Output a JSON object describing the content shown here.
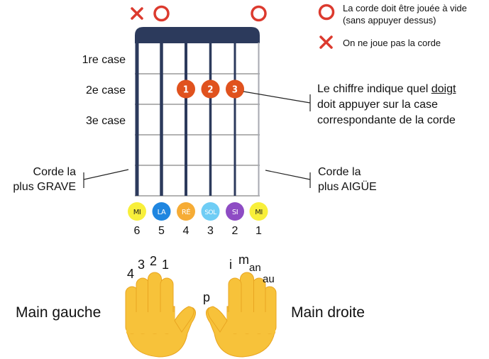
{
  "legend": {
    "open": {
      "icon": "circle-icon",
      "color": "#dc3a2e",
      "line1": "La corde doit être jouée à vide",
      "line2": "(sans appuyer dessus)"
    },
    "muted": {
      "icon": "cross-icon",
      "color": "#dc3a2e",
      "text": "On ne joue pas la corde"
    }
  },
  "top_markers": [
    {
      "string": 6,
      "type": "muted"
    },
    {
      "string": 5,
      "type": "open"
    },
    {
      "string": 4,
      "type": "none"
    },
    {
      "string": 3,
      "type": "none"
    },
    {
      "string": 2,
      "type": "none"
    },
    {
      "string": 1,
      "type": "open"
    }
  ],
  "fret_labels": [
    "1re case",
    "2e case",
    "3e case"
  ],
  "fingering": [
    {
      "string": 4,
      "fret": 2,
      "finger": "1"
    },
    {
      "string": 3,
      "fret": 2,
      "finger": "2"
    },
    {
      "string": 2,
      "fret": 2,
      "finger": "3"
    }
  ],
  "annotations": {
    "finger_note": {
      "pre": "Le chiffre indique quel ",
      "underlined": "doigt",
      "line2": "doit appuyer sur la case",
      "line3": "correspondante de la corde"
    },
    "low_string": {
      "line1": "Corde la",
      "line2": "plus GRAVE"
    },
    "high_string": {
      "line1": "Corde la",
      "line2": "plus AIGÜE"
    }
  },
  "strings": [
    {
      "number": "6",
      "note": "MI",
      "color": "#f8ef3a",
      "text_color": "#222222"
    },
    {
      "number": "5",
      "note": "LA",
      "color": "#1f86e0",
      "text_color": "#ffffff"
    },
    {
      "number": "4",
      "note": "RÉ",
      "color": "#f6ac35",
      "text_color": "#ffffff"
    },
    {
      "number": "3",
      "note": "SOL",
      "color": "#6fcdf5",
      "text_color": "#ffffff"
    },
    {
      "number": "2",
      "note": "SI",
      "color": "#8e4cc4",
      "text_color": "#ffffff"
    },
    {
      "number": "1",
      "note": "MI",
      "color": "#f8ef3a",
      "text_color": "#222222"
    }
  ],
  "colors": {
    "fretboard": "#2c3a5c",
    "fret_line": "#9a9a9a",
    "finger_dot": "#e0521e",
    "hand_fill": "#f7c23a",
    "hand_shade": "#e9a521"
  },
  "hands": {
    "left": {
      "label": "Main gauche",
      "fingers": [
        "4",
        "3",
        "2",
        "1"
      ]
    },
    "right": {
      "label": "Main droite",
      "thumb": "p",
      "fingers": [
        "i",
        "m",
        "an",
        "au"
      ]
    }
  }
}
